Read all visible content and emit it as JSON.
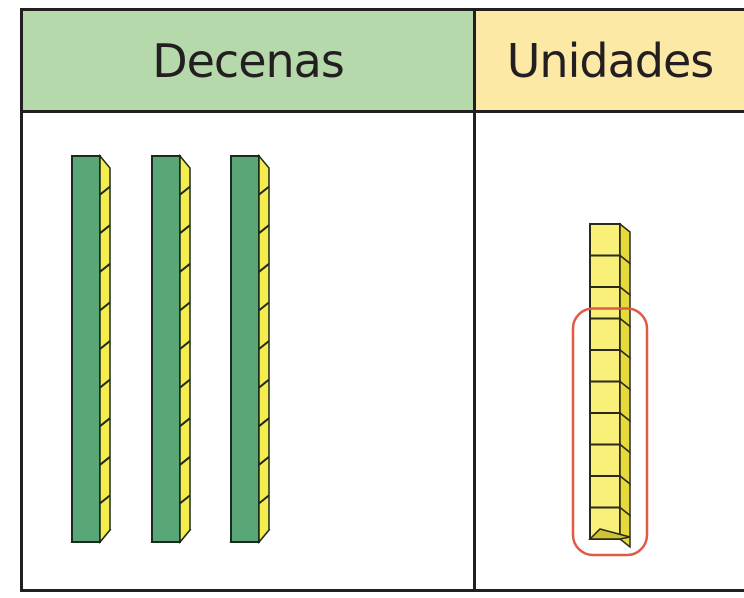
{
  "headers": {
    "tens": "Decenas",
    "units": "Unidades"
  },
  "blocks": {
    "ten_rods": 3,
    "unit_cubes": 10,
    "highlighted_cubes": 7
  },
  "colors": {
    "tens_header": "#b6d9ac",
    "units_header": "#fbe9a5",
    "rod_face": "#59a777",
    "rod_side": "#f5ec4f",
    "cube_face": "#f9f07a",
    "cube_side": "#e6d93a",
    "highlight": "#e05a47"
  }
}
